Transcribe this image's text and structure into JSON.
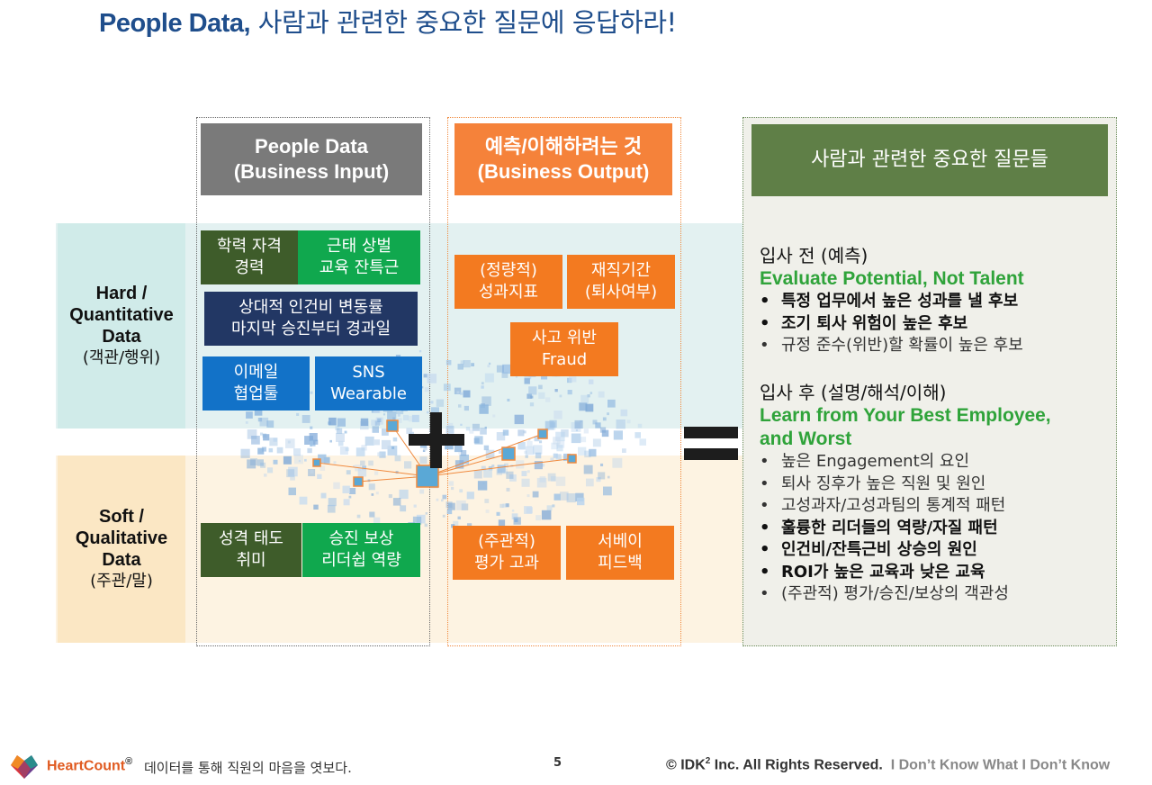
{
  "title": {
    "bold": "People Data,",
    "rest": " 사람과 관련한 중요한 질문에 응답하라!"
  },
  "rows": {
    "hard": {
      "line1": "Hard /",
      "line2": "Quantitative",
      "line3": "Data",
      "sub": "(객관/행위)"
    },
    "soft": {
      "line1": "Soft /",
      "line2": "Qualitative",
      "line3": "Data",
      "sub": "(주관/말)"
    }
  },
  "input": {
    "header1": "People Data",
    "header2": "(Business Input)",
    "boxes": [
      {
        "l1": "학력 자격",
        "l2": "경력"
      },
      {
        "l1": "근태 상벌",
        "l2": "교육 잔특근"
      },
      {
        "l1": "상대적 인건비 변동률",
        "l2": "마지막 승진부터 경과일"
      },
      {
        "l1": "이메일",
        "l2": "협업툴"
      },
      {
        "l1": "SNS",
        "l2": "Wearable"
      },
      {
        "l1": "성격 태도",
        "l2": "취미"
      },
      {
        "l1": "승진 보상",
        "l2": "리더쉽 역량"
      }
    ]
  },
  "output": {
    "header1": "예측/이해하려는 것",
    "header2": "(Business Output)",
    "boxes": [
      {
        "l1": "(정량적)",
        "l2": "성과지표"
      },
      {
        "l1": "재직기간",
        "l2": "(퇴사여부)"
      },
      {
        "l1": "사고 위반",
        "l2": "Fraud"
      },
      {
        "l1": "(주관적)",
        "l2": "평가 고과"
      },
      {
        "l1": "서베이",
        "l2": "피드백"
      }
    ]
  },
  "questions": {
    "header": "사람과 관련한 중요한 질문들",
    "before": {
      "title": "입사 전 (예측)",
      "subtitle": "Evaluate Potential, Not Talent",
      "items": [
        "특정 업무에서 높은 성과를 낼 후보",
        "조기 퇴사 위험이 높은 후보",
        "규정 준수(위반)할 확률이 높은 후보"
      ]
    },
    "after": {
      "title": "입사 후 (설명/해석/이해)",
      "subtitle1": "Learn from Your Best Employee,",
      "subtitle2": "and Worst",
      "items": [
        "높은 Engagement의 요인",
        "퇴사 징후가 높은 직원 및 원인",
        "고성과자/고성과팀의 통계적 패턴",
        "훌륭한 리더들의 역량/자질 패턴",
        "인건비/잔특근비 상승의 원인",
        "ROI가 높은 교육과 낮은 교육",
        "(주관적) 평가/승진/보상의 객관성"
      ]
    }
  },
  "footer": {
    "brand": "HeartCount",
    "reg": "®",
    "tagline": "데이터를 통해 직원의 마음을 엿보다.",
    "page": "5",
    "copy_a": "© IDK",
    "copy_sup": "2",
    "copy_b": " Inc. All Rights Reserved.",
    "copy_c": "I Don’t Know What I Don’t Know"
  },
  "colors": {
    "title": "#1f4e8c",
    "dark_green": "#3e5c2a",
    "green": "#10a84e",
    "navy": "#223764",
    "blue": "#1272c8",
    "orange": "#f37a20",
    "olive": "#5f7f47"
  }
}
